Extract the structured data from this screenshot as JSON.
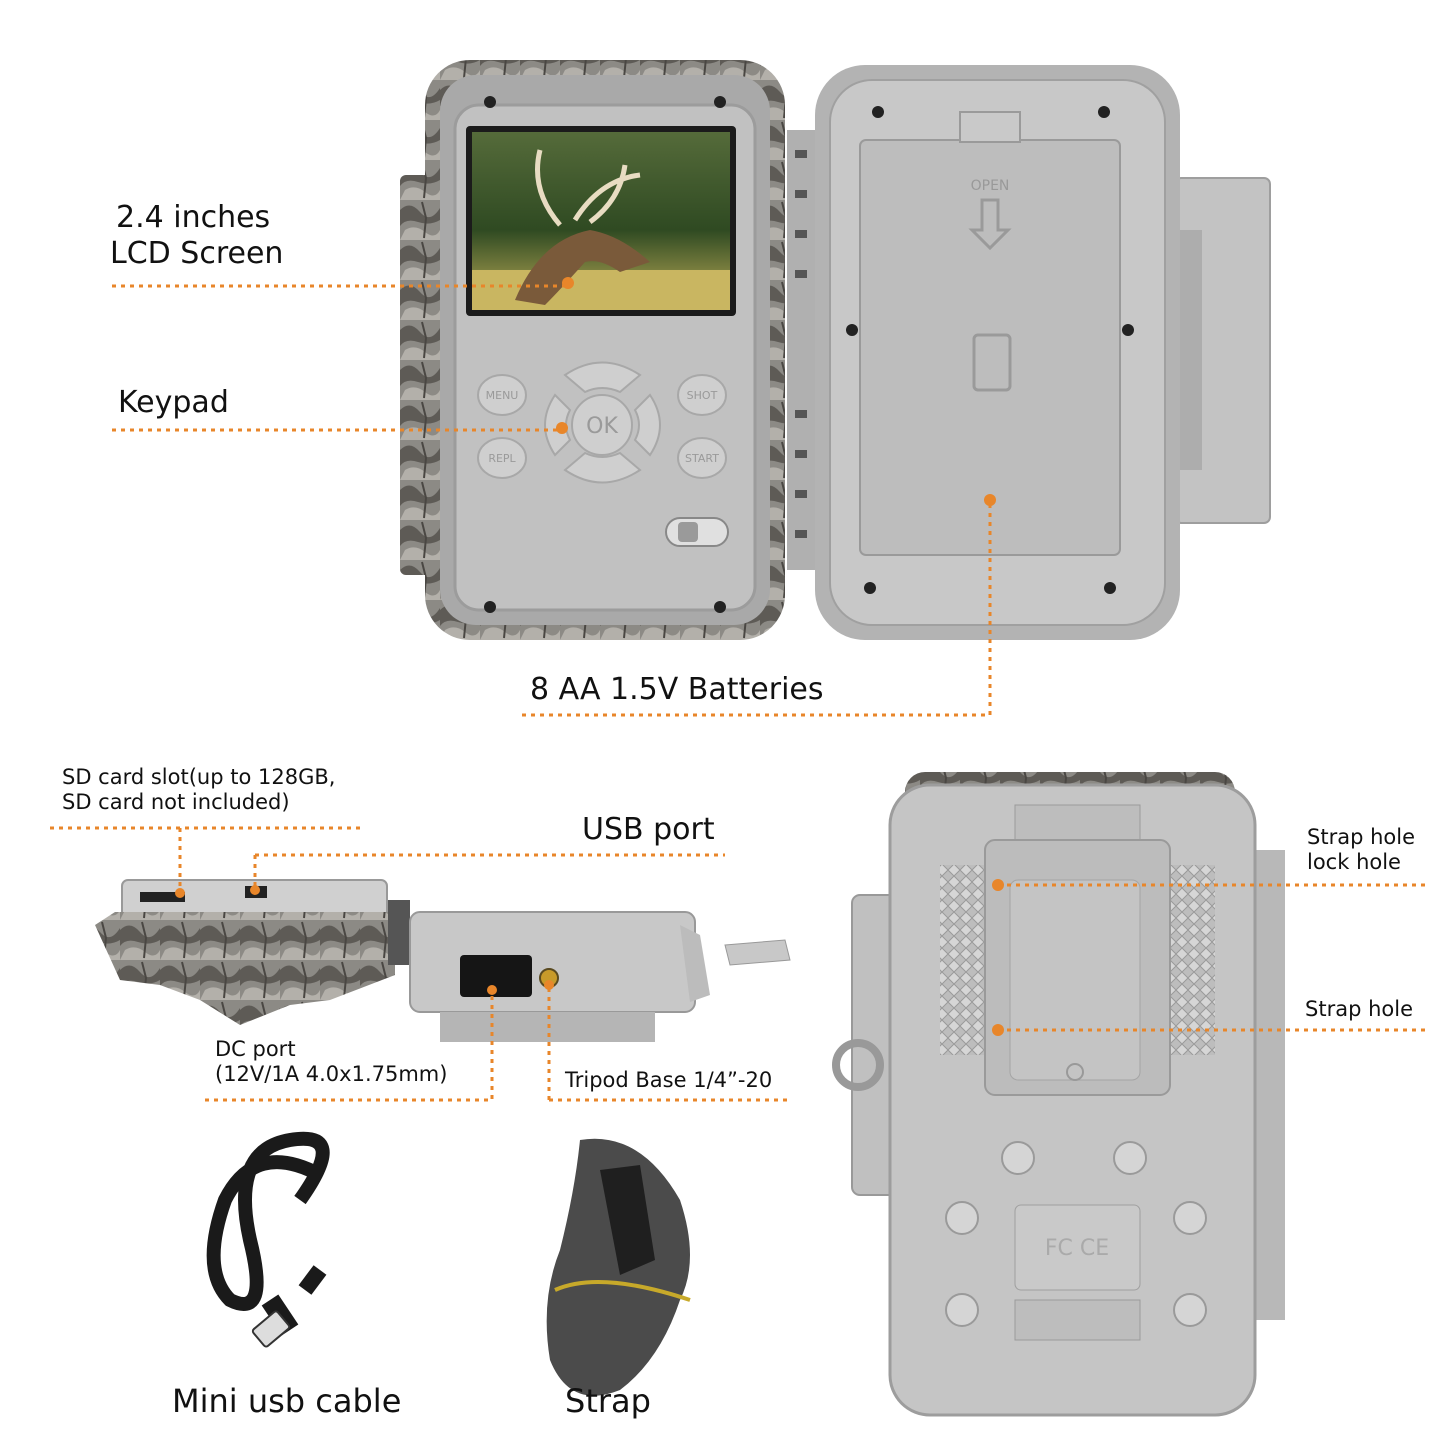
{
  "accent_color": "#e8862a",
  "labels": {
    "lcd": [
      "2.4 inches",
      "LCD Screen"
    ],
    "keypad": "Keypad",
    "batteries": "8 AA 1.5V Batteries",
    "sd_slot": [
      "SD card slot(up to 128GB,",
      "SD card not included)"
    ],
    "usb_port": "USB port",
    "dc_port": [
      "DC port",
      "(12V/1A 4.0x1.75mm)"
    ],
    "tripod": "Tripod Base 1/4”-20",
    "strap_lock": [
      "Strap hole",
      "lock hole"
    ],
    "strap_hole": "Strap hole",
    "cable": "Mini usb cable",
    "strap": "Strap"
  },
  "device_text": {
    "menu": "MENU",
    "shot": "SHOT",
    "repl": "REPL",
    "start": "START",
    "ok": "OK",
    "open": "OPEN",
    "fcc": "FC CE"
  }
}
